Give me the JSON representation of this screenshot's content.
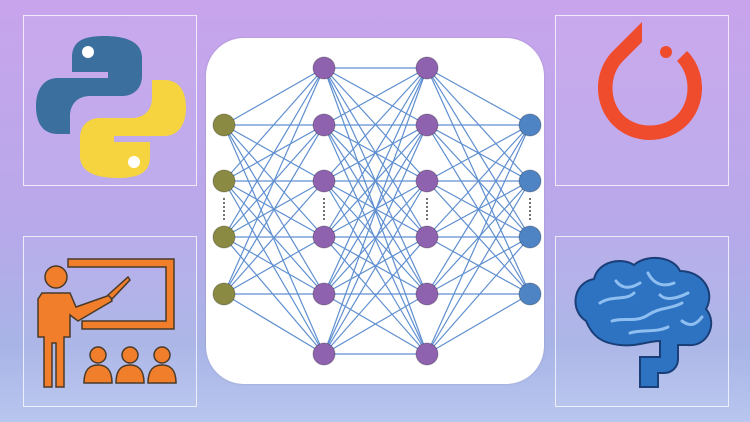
{
  "colors": {
    "python_blue": "#3a6f9e",
    "python_yellow": "#f5d43f",
    "pytorch_red": "#ee4c2c",
    "teacher_orange": "#f07e2a",
    "brain_blue": "#2e72c2",
    "input_node": "#8a8a43",
    "hidden_node": "#8e62ae",
    "output_node": "#4f84c4",
    "connection": "#5f8fd0"
  },
  "icons": {
    "top_left": "python-logo",
    "top_right": "pytorch-logo",
    "bottom_left": "teacher-presentation-icon",
    "bottom_right": "brain-icon",
    "center": "neural-network-diagram"
  },
  "network": {
    "layers": [
      4,
      6,
      6,
      4
    ],
    "layer_roles": [
      "input",
      "hidden",
      "hidden",
      "output"
    ],
    "ellipsis_between_rows": true
  }
}
